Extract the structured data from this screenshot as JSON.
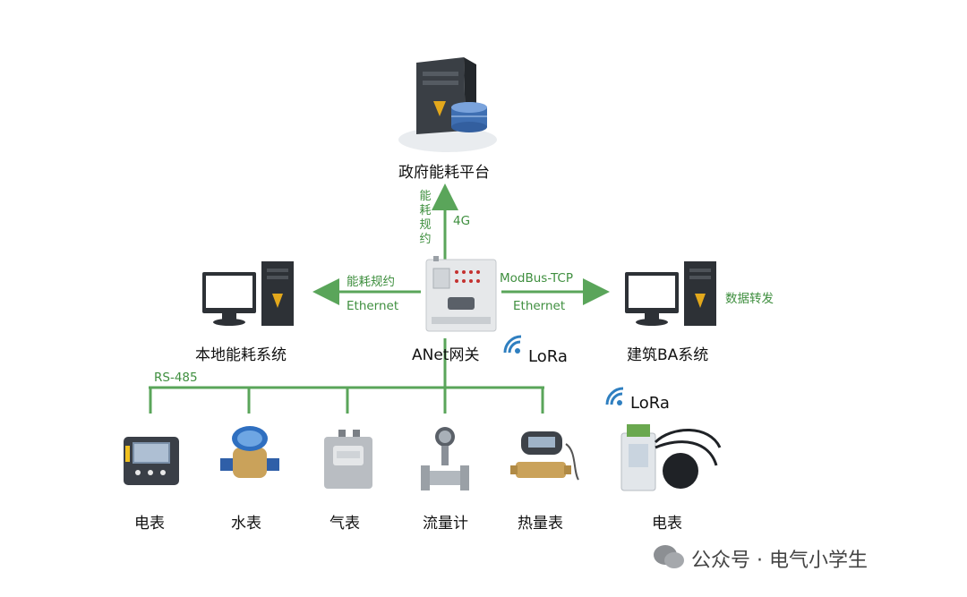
{
  "nodes": {
    "gov_platform": "政府能耗平台",
    "local_system": "本地能耗系统",
    "gateway": "ANet网关",
    "ba_system": "建筑BA系统"
  },
  "links": {
    "up_protocol": "能耗规约",
    "up_4g": "4G",
    "left_protocol": "能耗规约",
    "left_ethernet": "Ethernet",
    "right_modbus": "ModBus-TCP",
    "right_ethernet": "Ethernet",
    "forward_note": "数据转发",
    "bus": "RS-485",
    "gateway_lora": "LoRa",
    "wireless_lora": "LoRa"
  },
  "meters": [
    "电表",
    "水表",
    "气表",
    "流量计",
    "热量表"
  ],
  "wireless_meter": "电表",
  "watermark": "公众号 · 电气小学生",
  "colors": {
    "line": "#5aa55a",
    "text_green": "#3f8f3f",
    "lora_blue": "#2f7fc0"
  }
}
